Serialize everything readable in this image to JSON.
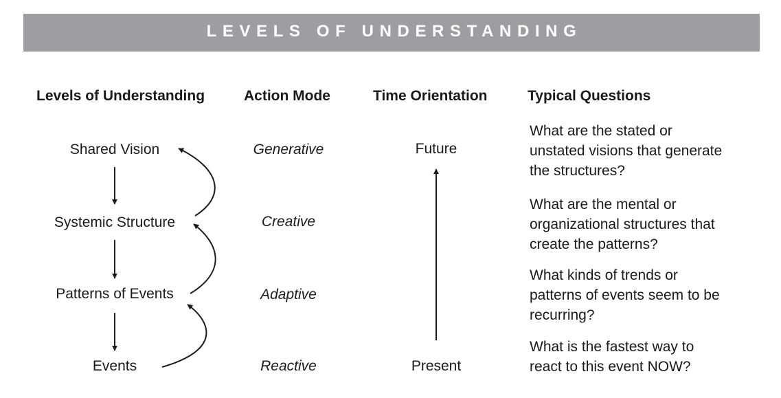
{
  "banner": {
    "title": "LEVELS OF UNDERSTANDING"
  },
  "headers": {
    "levels": "Levels of Understanding",
    "action": "Action Mode",
    "time": "Time Orientation",
    "questions": "Typical Questions"
  },
  "rows": [
    {
      "level": "Shared Vision",
      "mode": "Generative",
      "time": "Future",
      "question_lines": [
        "What are the stated or",
        "unstated visions that generate",
        "the structures?"
      ]
    },
    {
      "level": "Systemic Structure",
      "mode": "Creative",
      "time": "",
      "question_lines": [
        "What are the mental or",
        "organizational structures that",
        "create the patterns?"
      ]
    },
    {
      "level": "Patterns of Events",
      "mode": "Adaptive",
      "time": "",
      "question_lines": [
        "What kinds of trends or",
        "patterns of events seem to be",
        "recurring?"
      ]
    },
    {
      "level": "Events",
      "mode": "Reactive",
      "time": "Present",
      "question_lines": [
        "What is the fastest way to",
        "react to this event NOW?"
      ]
    }
  ],
  "colors": {
    "banner": "#9d9ea1",
    "banner_text": "#ffffff",
    "text": "#1a1a1a",
    "arrow": "#1a1a1a"
  }
}
